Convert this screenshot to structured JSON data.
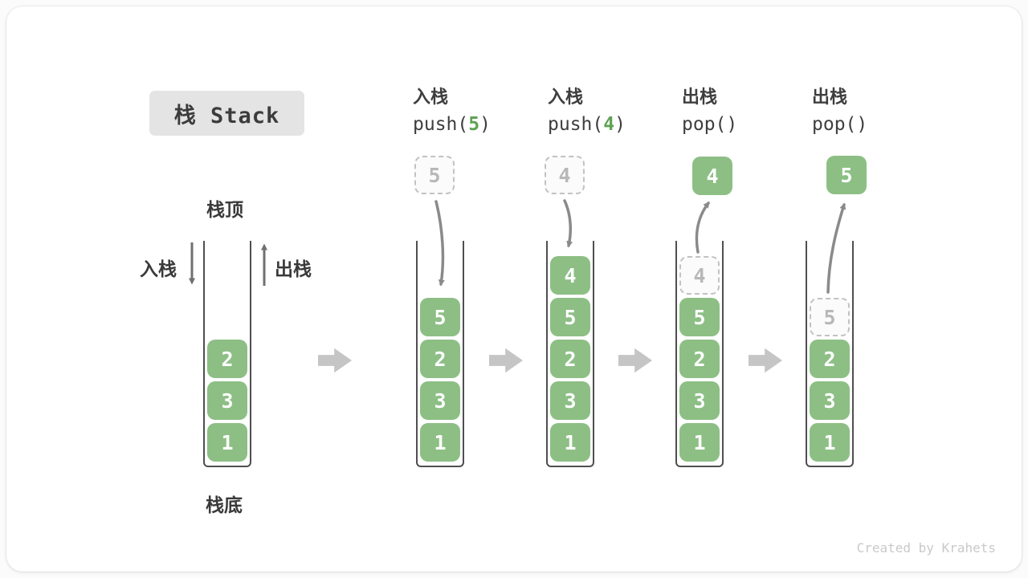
{
  "title_badge": "栈 Stack",
  "watermark": "Created by Krahets",
  "labels": {
    "stack_top": "栈顶",
    "stack_bottom": "栈底",
    "push_side": "入栈",
    "pop_side": "出栈"
  },
  "operations": [
    {
      "label": "入栈",
      "code_pre": "push(",
      "code_arg": "5",
      "code_post": ")"
    },
    {
      "label": "入栈",
      "code_pre": "push(",
      "code_arg": "4",
      "code_post": ")"
    },
    {
      "label": "出栈",
      "code_pre": "pop(",
      "code_arg": "",
      "code_post": ")"
    },
    {
      "label": "出栈",
      "code_pre": "pop(",
      "code_arg": "",
      "code_post": ")"
    }
  ],
  "columns": [
    {
      "stack": [
        "2",
        "3",
        "1"
      ]
    },
    {
      "stack": [
        "5",
        "2",
        "3",
        "1"
      ],
      "incoming": "5"
    },
    {
      "stack": [
        "4",
        "5",
        "2",
        "3",
        "1"
      ],
      "incoming": "4"
    },
    {
      "stack": [
        "5",
        "2",
        "3",
        "1"
      ],
      "ghost": "4",
      "outgoing": "4"
    },
    {
      "stack": [
        "2",
        "3",
        "1"
      ],
      "ghost": "5",
      "outgoing": "5"
    }
  ],
  "colors": {
    "element_green": "#8dbf85",
    "code_arg_green": "#5fa253",
    "arrow_gray": "#8a8a8a",
    "block_arrow_gray": "#c5c5c5",
    "badge_gray": "#e4e4e4",
    "text_dark": "#3c3c3c",
    "ghost_gray": "#c2c2c2"
  }
}
